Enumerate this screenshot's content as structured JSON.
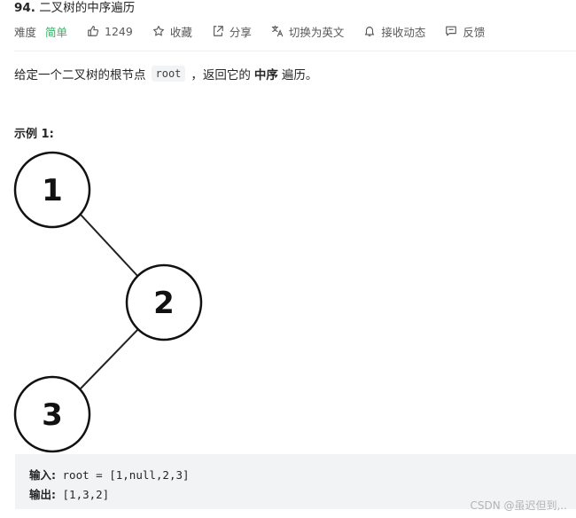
{
  "problem": {
    "number": "94.",
    "title": "二叉树的中序遍历"
  },
  "toolbar": {
    "difficulty_label": "难度",
    "difficulty_value": "简单",
    "likes": "1249",
    "favorite": "收藏",
    "share": "分享",
    "switch_language": "切换为英文",
    "subscribe": "接收动态",
    "feedback": "反馈"
  },
  "description": {
    "prefix": "给定一个二叉树的根节点",
    "code": "root",
    "middle": "，返回它的",
    "emphasis": "中序",
    "suffix": "遍历。"
  },
  "example": {
    "title": "示例 1:",
    "tree_nodes": [
      "1",
      "2",
      "3"
    ],
    "input_label": "输入:",
    "input_value": "root = [1,null,2,3]",
    "output_label": "输出:",
    "output_value": "[1,3,2]"
  },
  "watermark": "CSDN @虽迟但到,..",
  "icons": {
    "like": "thumbs-up-icon",
    "favorite": "star-icon",
    "share": "share-icon",
    "translate": "translate-icon",
    "subscribe": "bell-icon",
    "feedback": "feedback-icon"
  },
  "colors": {
    "difficulty_easy": "#2db55d",
    "example_background": "#f2f3f4"
  }
}
